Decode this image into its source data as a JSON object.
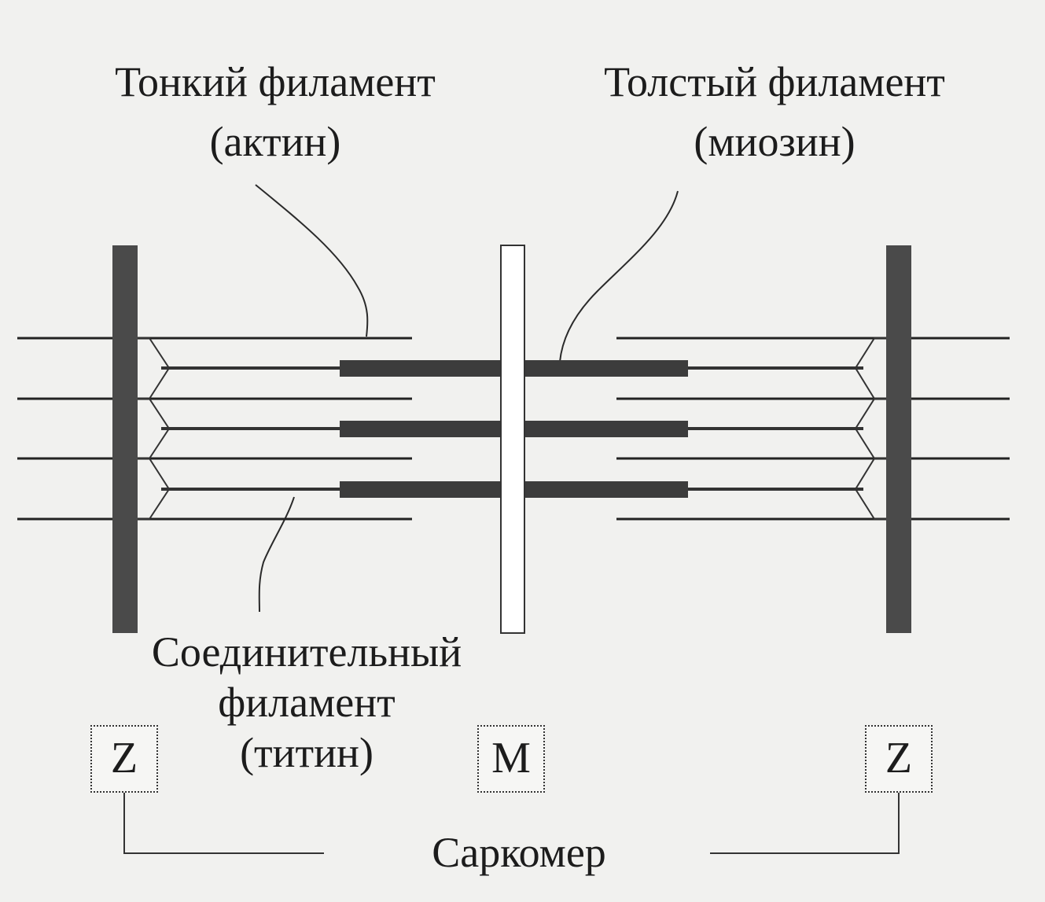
{
  "labels": {
    "thin_line1": "Тонкий филамент",
    "thin_line2": "(актин)",
    "thick_line1": "Толстый филамент",
    "thick_line2": "(миозин)",
    "titin_line1": "Соединительный",
    "titin_line2": "филамент",
    "titin_line3": "(титин)",
    "sarcomere": "Саркомер"
  },
  "markers": {
    "z_left": "Z",
    "m_center": "M",
    "z_right": "Z"
  },
  "colors": {
    "background": "#f1f1ef",
    "ink": "#1c1c1c",
    "z_disc": "#4a4a4a",
    "thick_filament": "#3c3c3c",
    "m_line_fill": "#ffffff"
  }
}
